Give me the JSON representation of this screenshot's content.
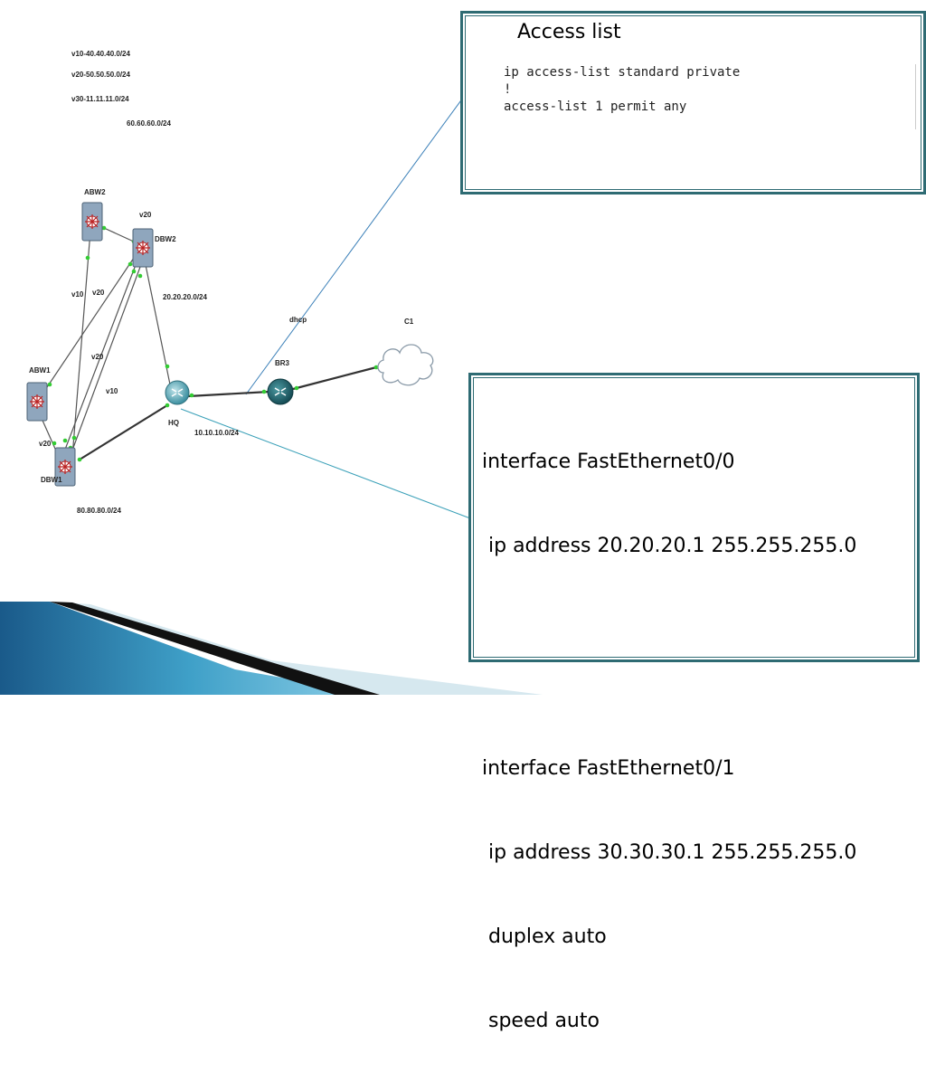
{
  "topology": {
    "vlan_notes": [
      "v10-40.40.40.0/24",
      "v20-50.50.50.0/24",
      "v30-11.11.11.0/24"
    ],
    "subnet_top": "60.60.60.0/24",
    "devices": {
      "abw2": "ABW2",
      "dbw2": "DBW2",
      "abw1": "ABW1",
      "dbw1": "DBW1",
      "hq": "HQ",
      "br3": "BR3",
      "cloud": "C1"
    },
    "links": {
      "v20_dbw2": "v20",
      "v10_a": "v10",
      "v20_a": "v20",
      "v20_b": "v20",
      "v10_b": "v10",
      "v20_c": "v20",
      "subnet_dbw2_hq": "20.20.20.0/24",
      "dhcp": "dhcp",
      "subnet_hq_br3": "10.10.10.0/24",
      "subnet_dbw1": "80.80.80.0/24"
    }
  },
  "acl_box": {
    "title": "Access list",
    "lines": [
      "ip access-list standard private",
      "!",
      "access-list 1 permit any"
    ]
  },
  "iface_box": {
    "block1": [
      "interface FastEthernet0/0",
      " ip address 20.20.20.1 255.255.255.0"
    ],
    "block2": [
      "interface FastEthernet0/1",
      " ip address 30.30.30.1 255.255.255.0",
      " duplex auto",
      " speed auto"
    ]
  },
  "colors": {
    "frame": "#2e6b73",
    "callout_line": "#3a7fb8",
    "link_dot": "#33cc33"
  }
}
